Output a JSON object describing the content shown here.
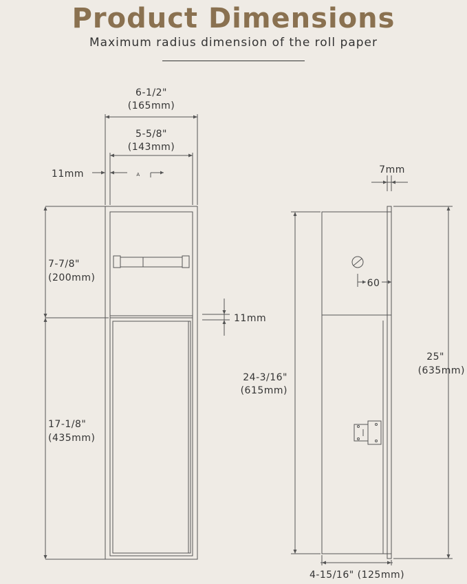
{
  "header": {
    "title": "Product Dimensions",
    "subtitle": "Maximum radius dimension of the roll paper"
  },
  "colors": {
    "background": "#efebe5",
    "title": "#8a7150",
    "text": "#333333",
    "line": "#555555",
    "rule": "#333333"
  },
  "front_view": {
    "overall_width": {
      "imperial": "6-1/2\"",
      "metric": "(165mm)"
    },
    "inner_width": {
      "imperial": "5-5/8\"",
      "metric": "(143mm)"
    },
    "frame_edge": {
      "label": "11mm"
    },
    "marker": {
      "label": "A"
    },
    "upper_height": {
      "imperial": "7-7/8\"",
      "metric": "(200mm)"
    },
    "shelf_gap": {
      "label": "11mm"
    },
    "lower_height": {
      "imperial": "17-1/8\"",
      "metric": "(435mm)"
    }
  },
  "side_view": {
    "flange": {
      "label": "7mm"
    },
    "knob_offset": {
      "label": "60"
    },
    "overall_height": {
      "imperial": "25\"",
      "metric": "(635mm)"
    },
    "body_height": {
      "imperial": "24-3/16\"",
      "metric": "(615mm)"
    },
    "depth": {
      "label": "4-15/16\" (125mm)"
    }
  }
}
